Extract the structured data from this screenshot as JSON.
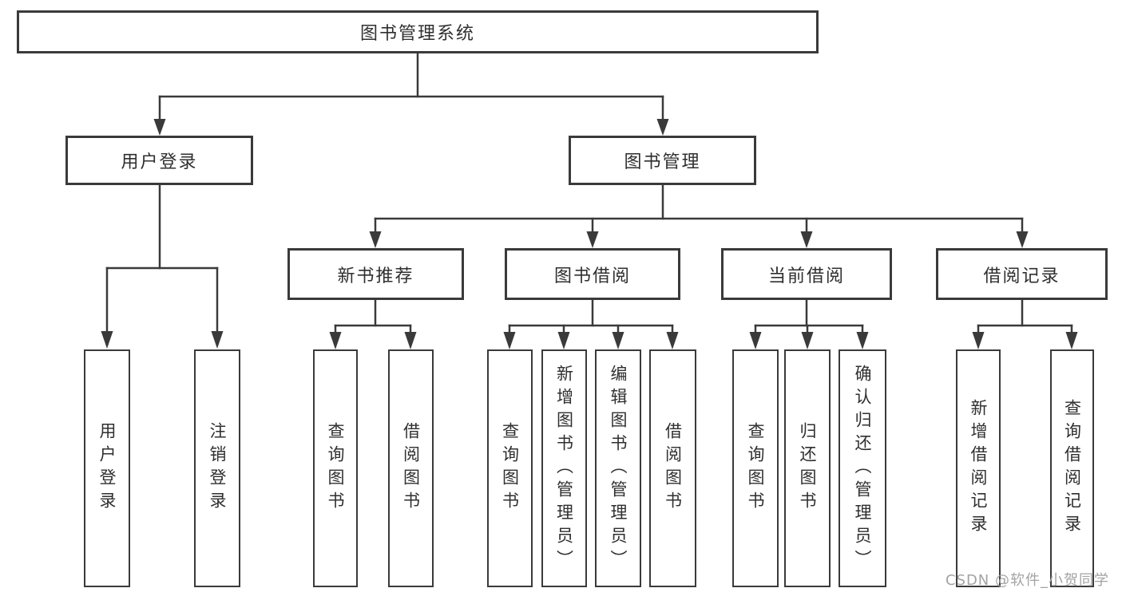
{
  "diagram": {
    "root": {
      "label": "图书管理系统"
    },
    "level2": {
      "user_login": {
        "label": "用户登录"
      },
      "book_mgmt": {
        "label": "图书管理"
      }
    },
    "level3": {
      "new_book": {
        "label": "新书推荐"
      },
      "book_borrow": {
        "label": "图书借阅"
      },
      "current_borrow": {
        "label": "当前借阅"
      },
      "borrow_record": {
        "label": "借阅记录"
      }
    },
    "leaves": {
      "user_login": [
        "用户登录",
        "注销登录"
      ],
      "new_book": [
        "查询图书",
        "借阅图书"
      ],
      "book_borrow": [
        "查询图书",
        "新增图书（管理员）",
        "编辑图书（管理员）",
        "借阅图书"
      ],
      "current_borrow": [
        "查询图书",
        "归还图书",
        "确认归还（管理员）"
      ],
      "borrow_record": [
        "新增借阅记录",
        "查询借阅记录"
      ]
    }
  },
  "watermark": {
    "text": "CSDN @软件_小贺同学"
  },
  "colors": {
    "border": "#3a3a3a",
    "line": "#3a3a3a",
    "text": "#2f2f2f",
    "watermark": "#a3a3a3",
    "background": "#ffffff"
  }
}
